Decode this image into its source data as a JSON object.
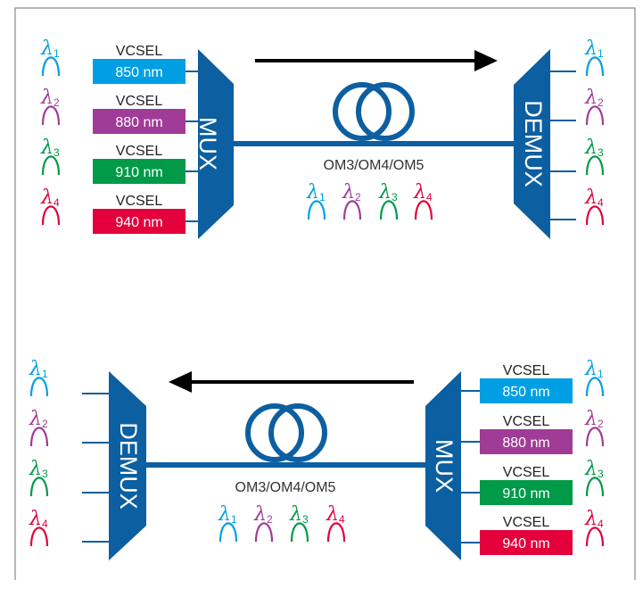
{
  "colors": {
    "blue": "#009fe3",
    "purple": "#a03b97",
    "green": "#009a49",
    "red": "#e3003b",
    "navy": "#0c5fa0",
    "frame": "#888888"
  },
  "lambda_symbol": "λ",
  "channels": [
    {
      "sub": "1",
      "vcsel": "VCSEL",
      "wavelength": "850 nm",
      "color": "#009fe3"
    },
    {
      "sub": "2",
      "vcsel": "VCSEL",
      "wavelength": "880 nm",
      "color": "#a03b97"
    },
    {
      "sub": "3",
      "vcsel": "VCSEL",
      "wavelength": "910 nm",
      "color": "#009a49"
    },
    {
      "sub": "4",
      "vcsel": "VCSEL",
      "wavelength": "940 nm",
      "color": "#e3003b"
    }
  ],
  "top_link": {
    "mux_label": "MUX",
    "demux_label": "DEMUX",
    "fiber_label": "OM3/OM4/OM5",
    "arrow_icon": "arrow-right-icon"
  },
  "bottom_link": {
    "mux_label": "MUX",
    "demux_label": "DEMUX",
    "fiber_label": "OM3/OM4/OM5",
    "arrow_icon": "arrow-left-icon"
  }
}
